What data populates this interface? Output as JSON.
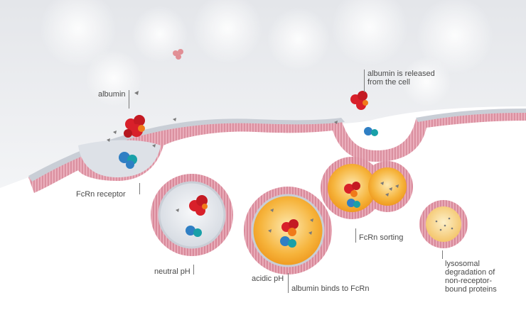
{
  "labels": {
    "albumin": "albumin",
    "released_1": "albumin is released",
    "released_2": "from the cell",
    "fcrn_receptor": "FcRn receptor",
    "neutral_ph": "neutral pH",
    "acidic_ph": "acidic pH",
    "binds": "albumin binds to FcRn",
    "sorting": "FcRn sorting",
    "lyso_1": "lysosomal",
    "lyso_2": "degradation of",
    "lyso_3": "non-receptor-",
    "lyso_4": "bound proteins"
  },
  "colors": {
    "membrane_outer": "#d98a9b",
    "membrane_inner": "#f2c9d2",
    "cytoplasm": "#e9ecf0",
    "acidic_core": "#f4a12a",
    "acidic_light": "#fbe3a8",
    "albumin_red": "#d8202a",
    "albumin_orange": "#f07a1a",
    "fcrn_blue": "#2f7fc4",
    "fcrn_teal": "#19a0a8",
    "protein_grey": "#7a7a7a"
  }
}
